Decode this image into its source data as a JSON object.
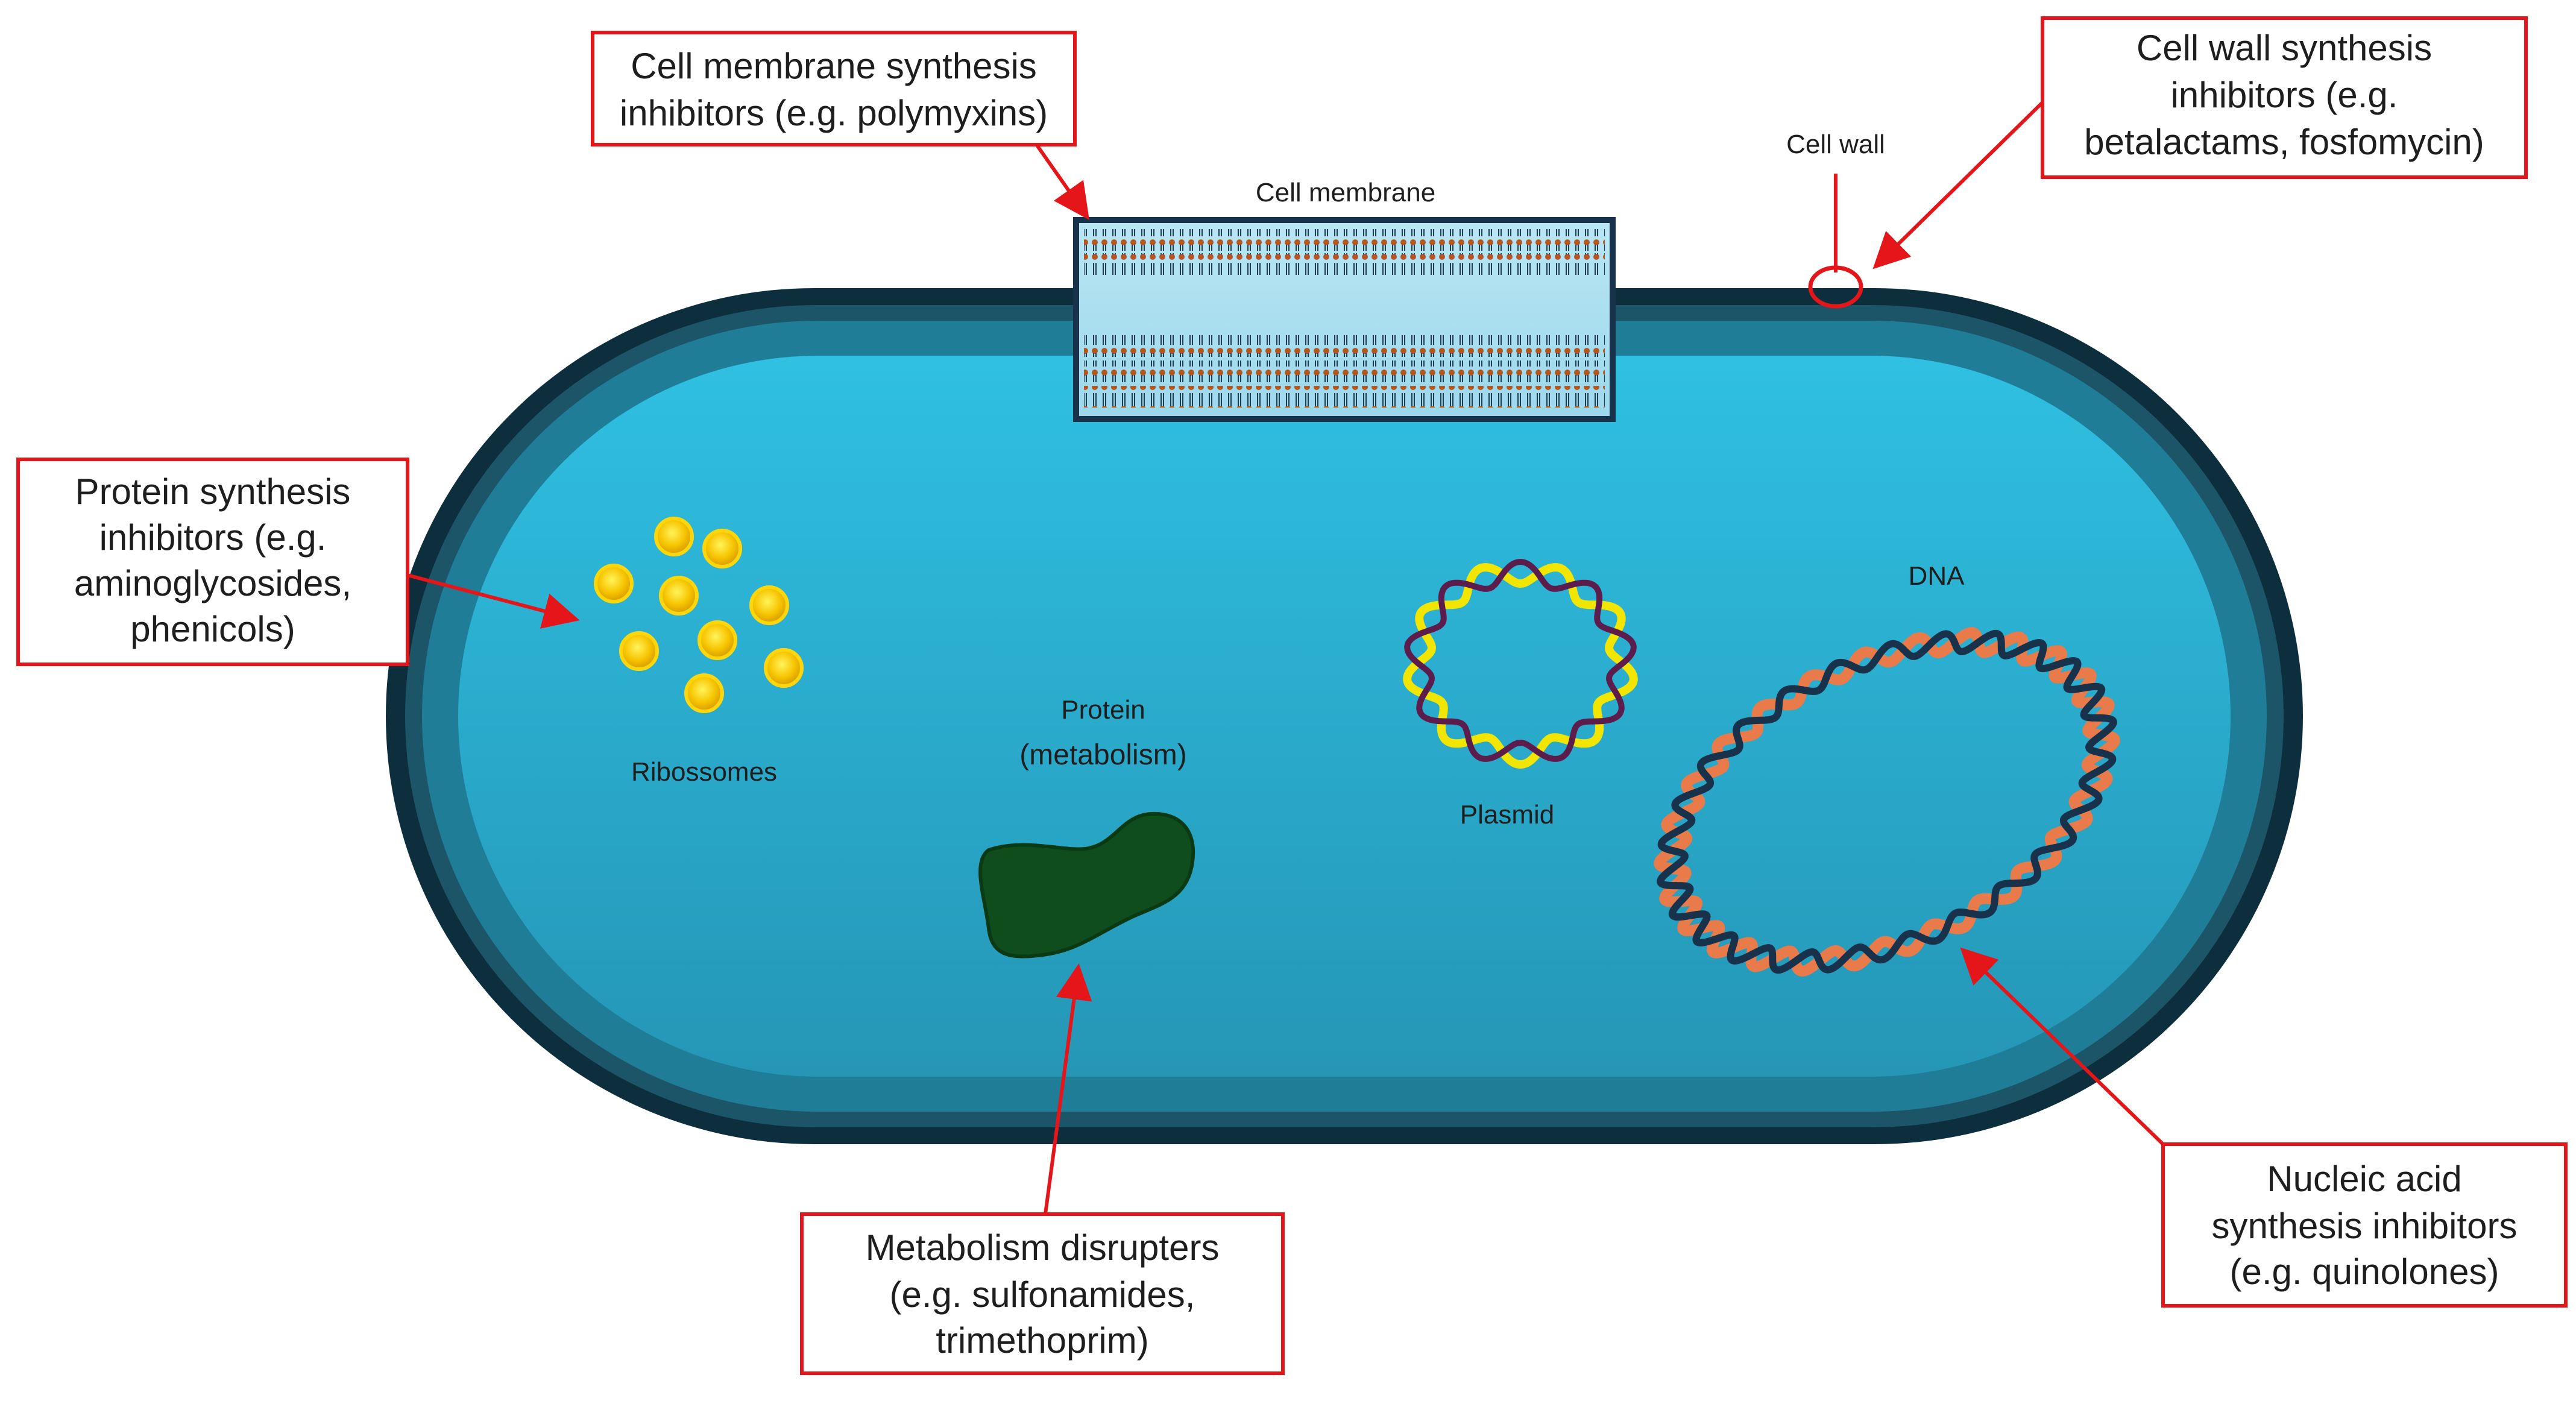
{
  "callouts": {
    "membrane": [
      "Cell membrane synthesis",
      "inhibitors (e.g. polymyxins)"
    ],
    "wall": [
      "Cell wall synthesis",
      "inhibitors (e.g.",
      "betalactams, fosfomycin)"
    ],
    "protein": [
      "Protein synthesis",
      "inhibitors (e.g.",
      "aminoglycosides,",
      "phenicols)"
    ],
    "metabolism": [
      "Metabolism disrupters",
      "(e.g. sulfonamides,",
      "trimethoprim)"
    ],
    "nucleic": [
      "Nucleic acid",
      "synthesis inhibitors",
      "(e.g. quinolones)"
    ]
  },
  "labels": {
    "cell_membrane": "Cell membrane",
    "cell_wall": "Cell wall",
    "ribosomes": "Ribossomes",
    "protein": "Protein",
    "metabolism": "(metabolism)",
    "plasmid": "Plasmid",
    "dna": "DNA"
  },
  "colors": {
    "callout_border": "#e4161a",
    "cell_wall_outer": "#0d2f3d",
    "cytoplasm": "#2aaed0",
    "ribosome": "#f6c400",
    "protein": "#0f4d1c",
    "dna_strand_a": "#e97a4a",
    "dna_strand_b": "#17324a",
    "plasmid_strand_a": "#f2e600",
    "plasmid_strand_b": "#5c1d4d"
  }
}
